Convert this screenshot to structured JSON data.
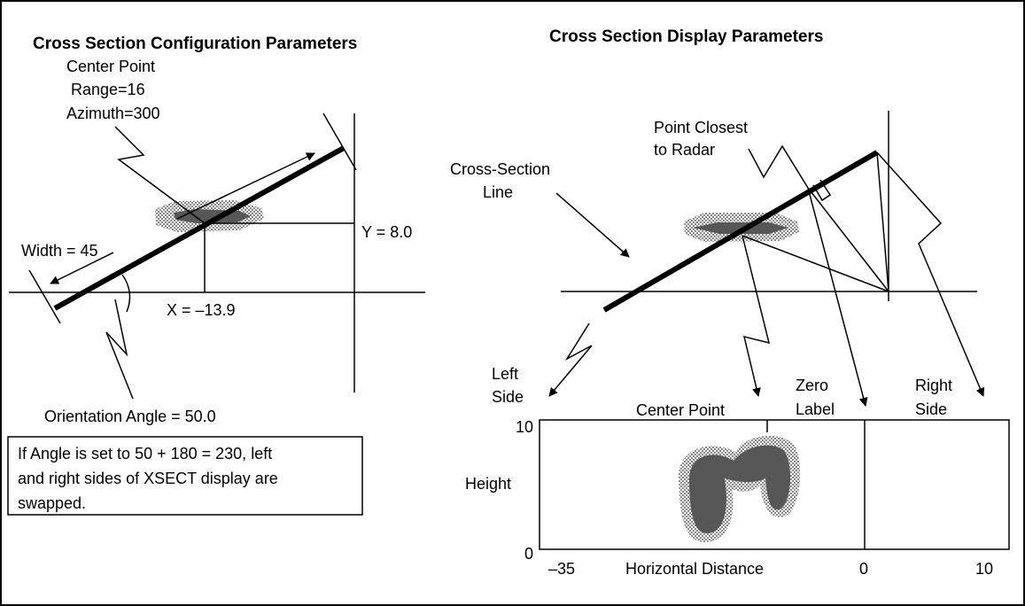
{
  "left_panel": {
    "title": "Cross Section Configuration Parameters",
    "center_point": {
      "heading": "Center Point",
      "range": "Range=16",
      "azimuth": "Azimuth=300"
    },
    "width_label": "Width = 45",
    "y_label": "Y = 8.0",
    "x_label": "X = –13.9",
    "orientation_label": "Orientation Angle = 50.0",
    "note_lines": [
      "If Angle is set to  50 + 180 = 230, left",
      "and right sides of XSECT display are",
      "swapped."
    ]
  },
  "right_panel": {
    "title": "Cross Section Display Parameters",
    "point_closest": [
      "Point Closest",
      "to Radar"
    ],
    "cross_section_line": [
      "Cross-Section",
      "Line"
    ],
    "left_side": [
      "Left",
      "Side"
    ],
    "zero_label": [
      "Zero",
      "Label"
    ],
    "right_side": [
      "Right",
      "Side"
    ],
    "center_point_label": "Center Point",
    "height_label": "Height",
    "y_ticks": [
      "10",
      "0"
    ],
    "x_ticks": [
      "–35",
      "0",
      "10"
    ],
    "x_axis_label": "Horizontal Distance"
  },
  "colors": {
    "echo_dark": "#575757",
    "echo_halo": "#a8a8a8"
  }
}
